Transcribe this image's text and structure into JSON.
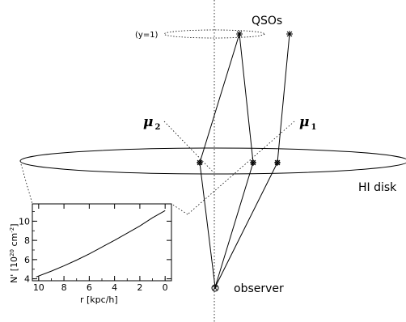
{
  "labels": {
    "qsos": "QSOs",
    "y_eq_1": "(y=1)",
    "mu1": "μ",
    "mu1_sub": "1",
    "mu2": "μ",
    "mu2_sub": "2",
    "hi_disk": "HI disk",
    "observer": "observer"
  },
  "chart_data": {
    "type": "line",
    "xlabel": "r [kpc/h]",
    "ylabel_main": "N' [10",
    "ylabel_exp": "20",
    "ylabel_unit": " cm",
    "ylabel_unit_exp": "-2",
    "ylabel_close": "]",
    "xlim": [
      10.5,
      -0.5
    ],
    "ylim": [
      3.8,
      11.8
    ],
    "xticks": [
      10,
      8,
      6,
      4,
      2,
      0
    ],
    "yticks": [
      4,
      6,
      8,
      10
    ],
    "x": [
      10.2,
      9,
      8,
      7,
      6,
      5,
      4,
      3,
      2,
      1,
      0
    ],
    "y": [
      4.2,
      4.8,
      5.35,
      5.95,
      6.6,
      7.3,
      8.0,
      8.75,
      9.5,
      10.35,
      11.1
    ]
  }
}
